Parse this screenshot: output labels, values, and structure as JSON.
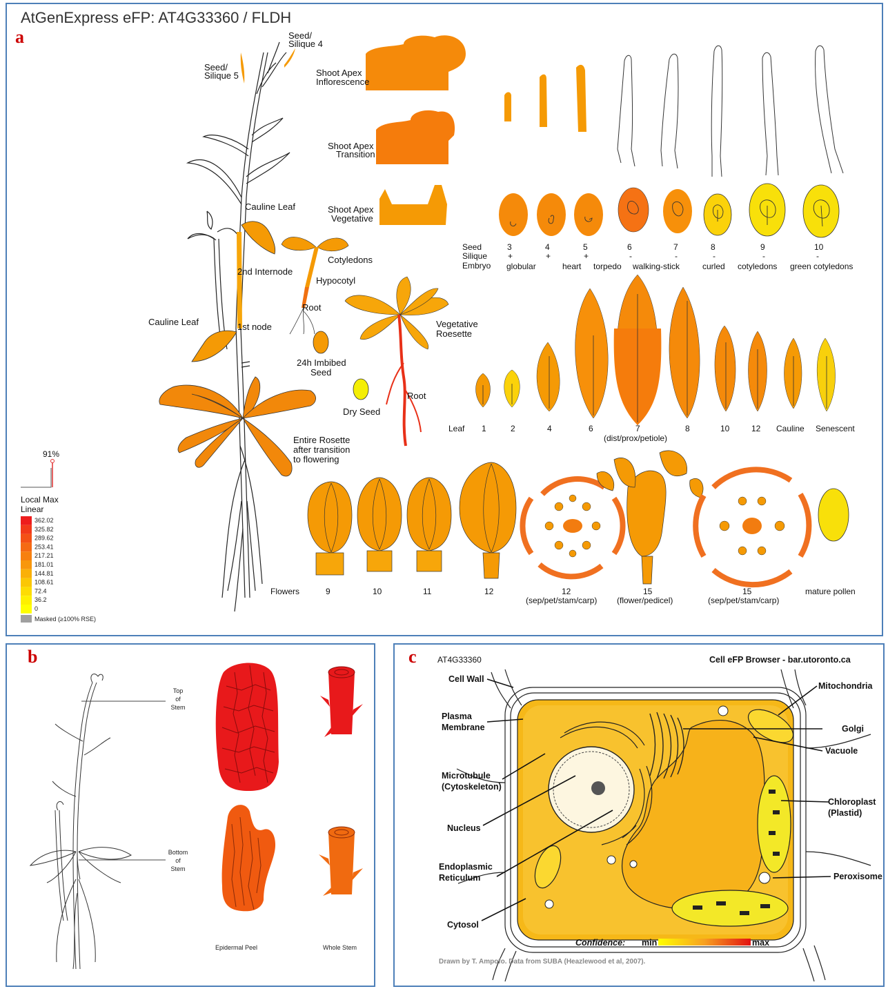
{
  "panel_a": {
    "label": "a",
    "title": "AtGenExpress eFP: AT4G33360 / FLDH",
    "plant_labels": {
      "seed_silique_5": [
        "Seed/",
        "Silique 5"
      ],
      "seed_silique_4": [
        "Seed/",
        "Silique 4"
      ],
      "cauline_leaf_upper": "Cauline Leaf",
      "second_internode": "2nd Internode",
      "cauline_leaf_lower": "Cauline Leaf",
      "first_node": "1st node",
      "entire_rosette": [
        "Entire Rosette",
        "after transition",
        "to flowering"
      ],
      "shoot_apex_inflorescence": [
        "Shoot Apex",
        "Inflorescence"
      ],
      "shoot_apex_transition": [
        "Shoot Apex",
        "Transition"
      ],
      "shoot_apex_vegetative": [
        "Shoot Apex",
        "Vegetative"
      ],
      "cotyledons": "Cotyledons",
      "hypocotyl": "Hypocotyl",
      "root_seedling": "Root",
      "imbibed_seed": [
        "24h Imbibed",
        "Seed"
      ],
      "dry_seed": "Dry Seed",
      "vegetative_rosette": [
        "Vegetative",
        "Roesette"
      ],
      "root_rosette": "Root"
    },
    "seed_row": {
      "row_headers": [
        "Seed",
        "Silique",
        "Embryo"
      ],
      "numbers": [
        "3",
        "4",
        "5",
        "6",
        "7",
        "8",
        "9",
        "10"
      ],
      "silique_marks": [
        "+",
        "+",
        "+",
        "-",
        "-",
        "-",
        "-",
        "-"
      ],
      "embryo_stages": [
        "globular",
        "heart",
        "torpedo",
        "walking-stick",
        "curled",
        "cotyledons",
        "green cotyledons"
      ]
    },
    "leaf_row": {
      "header": "Leaf",
      "labels": [
        "1",
        "2",
        "4",
        "6",
        "7",
        "8",
        "10",
        "12",
        "Cauline",
        "Senescent"
      ],
      "note": "(dist/prox/petiole)"
    },
    "flower_row": {
      "header": "Flowers",
      "labels": [
        "9",
        "10",
        "11",
        "12",
        "12",
        "15",
        "15",
        "mature pollen"
      ],
      "notes": [
        "(sep/pet/stam/carp)",
        "(flower/pedicel)",
        "(sep/pet/stam/carp)"
      ]
    },
    "legend": {
      "percent": "91%",
      "scale_title": [
        "Local Max",
        "Linear"
      ],
      "values": [
        "362.02",
        "325.82",
        "289.62",
        "253.41",
        "217.21",
        "181.01",
        "144.81",
        "108.61",
        "72.4",
        "36.2",
        "0"
      ],
      "colors": [
        "#ee1d1d",
        "#f23a1a",
        "#f45116",
        "#f56a13",
        "#f7800f",
        "#f8970c",
        "#fab008",
        "#fbc705",
        "#fddc03",
        "#fef000",
        "#ffff00"
      ],
      "masked_color": "#a0a0a0",
      "masked_label": "Masked (≥100% RSE)"
    }
  },
  "panel_b": {
    "label": "b",
    "labels": {
      "top_of_stem": [
        "Top",
        "of",
        "Stem"
      ],
      "bottom_of_stem": [
        "Bottom",
        "of",
        "Stem"
      ],
      "epidermal_peel": "Epidermal Peel",
      "whole_stem": "Whole Stem"
    }
  },
  "panel_c": {
    "label": "c",
    "gene": "AT4G33360",
    "header": "Cell eFP Browser - bar.utoronto.ca",
    "labels": {
      "cell_wall": "Cell Wall",
      "plasma_membrane": [
        "Plasma",
        "Membrane"
      ],
      "microtubule": [
        "Microtubule",
        "(Cytoskeleton)"
      ],
      "nucleus": "Nucleus",
      "er": [
        "Endoplasmic",
        "Reticulum"
      ],
      "cytosol": "Cytosol",
      "mitochondria": "Mitochondria",
      "golgi": "Golgi",
      "vacuole": "Vacuole",
      "chloroplast": [
        "Chloroplast",
        "(Plastid)"
      ],
      "peroxisome": "Peroxisome"
    },
    "confidence": {
      "label": "Confidence:",
      "min": "min",
      "max": "max"
    },
    "footer": "Drawn by T. Ampofo. Data from SUBA (Heazlewood et al, 2007)."
  }
}
